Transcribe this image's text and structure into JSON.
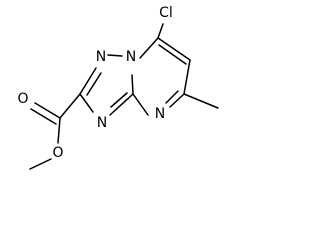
{
  "molecule": {
    "atoms": {
      "chlorine": "Cl",
      "n_bridge": "N",
      "n_triazole_top": "N",
      "n_triazole_bottom": "N",
      "n_pyrimidine": "N",
      "o_carbonyl": "O",
      "o_ester": "O"
    },
    "colors": {
      "bond": "#000000",
      "text": "#000000",
      "background": "#ffffff"
    }
  }
}
